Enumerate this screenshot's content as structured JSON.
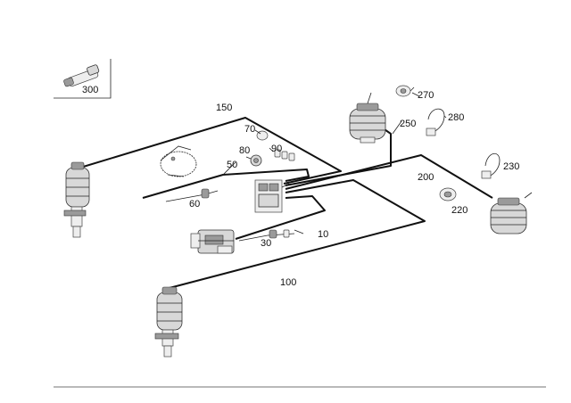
{
  "callouts": {
    "c300": "300",
    "c150": "150",
    "c70": "70",
    "c80": "80",
    "c90": "90",
    "c50": "50",
    "c60": "60",
    "c10": "10",
    "c30": "30",
    "c100": "100",
    "c270": "270",
    "c280": "280",
    "c250": "250",
    "c200": "200",
    "c230": "230",
    "c220": "220"
  },
  "colors": {
    "line": "#111111",
    "part": "#d8d8d8",
    "background": "#ffffff"
  }
}
